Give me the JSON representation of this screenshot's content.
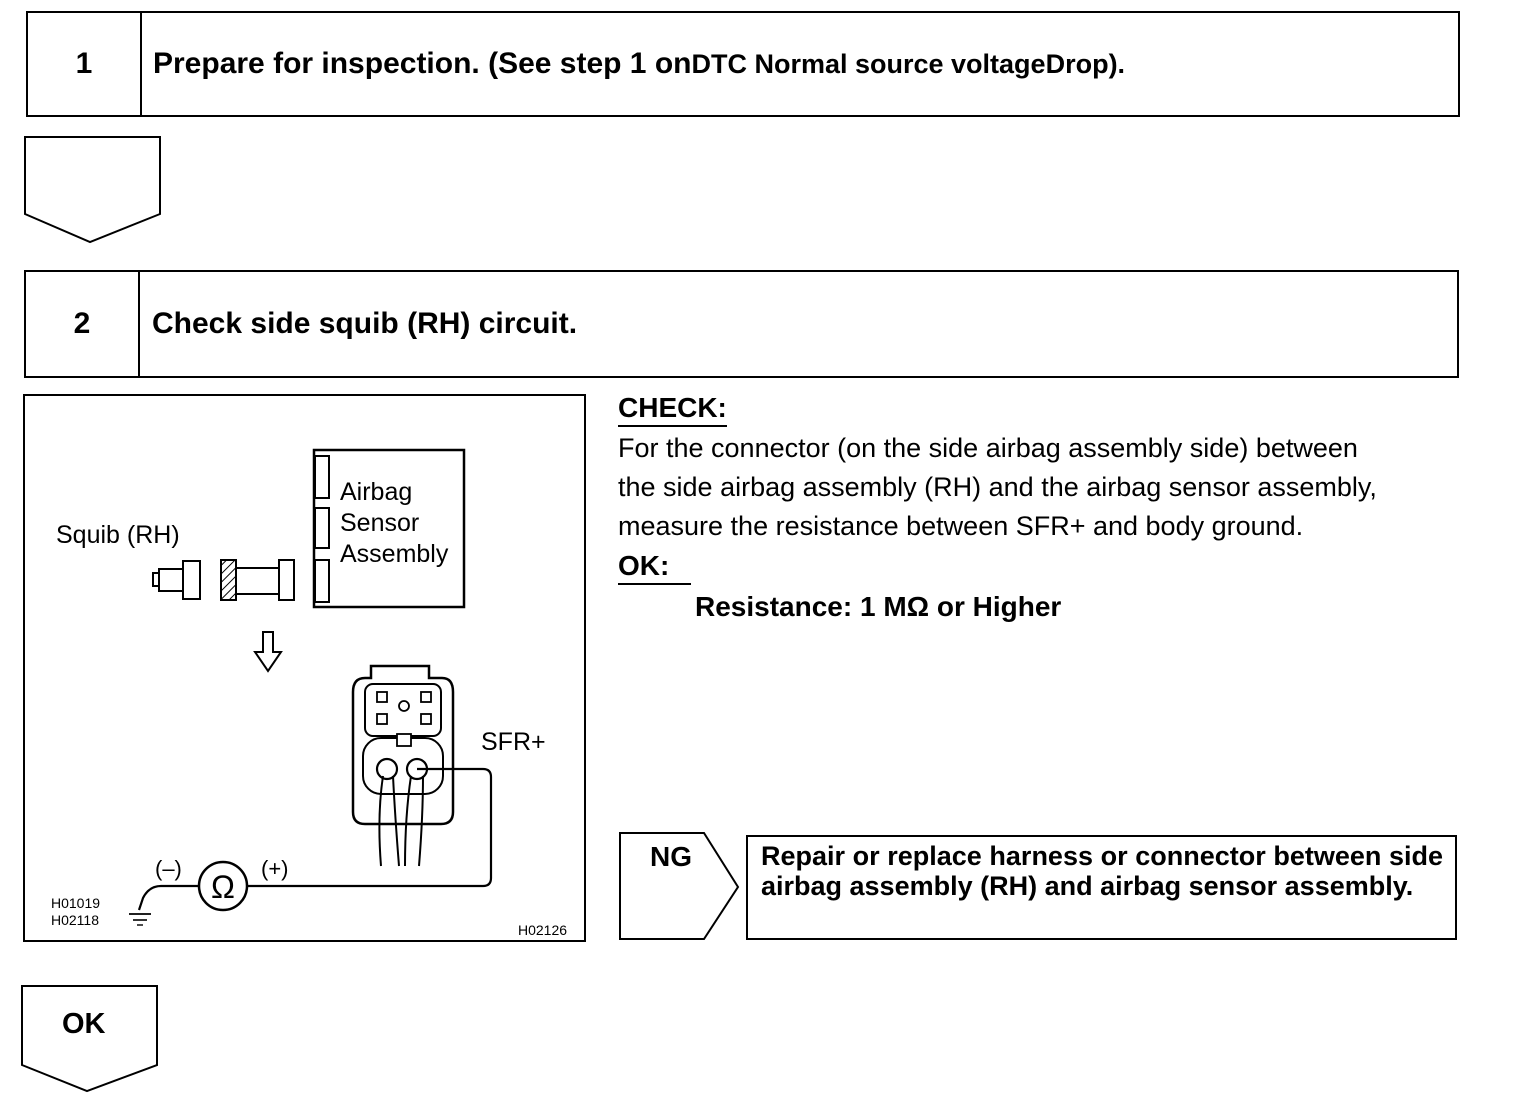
{
  "step1": {
    "number": "1",
    "title_main": "Prepare for inspection. (See step 1 on ",
    "title_ref": "DTC Normal source voltage",
    "title_end": " Drop)."
  },
  "step2": {
    "number": "2",
    "title": "Check side squib (RH) circuit."
  },
  "diagram": {
    "airbag_line1": "Airbag",
    "airbag_line2": "Sensor",
    "airbag_line3": "Assembly",
    "squib_label": "Squib (RH)",
    "sfr_label": "SFR+",
    "minus_label": "(–)",
    "plus_label": "(+)",
    "ohm_symbol": "Ω",
    "code_1": "H01019",
    "code_2": "H02118",
    "code_3": "H02126"
  },
  "check": {
    "heading": "CHECK:",
    "lines": [
      "For the connector (on the side airbag assembly side) between",
      "the side airbag assembly (RH) and the airbag sensor assembly,",
      "measure the resistance between SFR+ and body ground."
    ],
    "ok_heading": "OK:",
    "ok_spec": "Resistance: 1 MΩ or Higher"
  },
  "ng": {
    "label": "NG",
    "result": "Repair or replace harness or connector between side airbag assembly (RH) and airbag sensor assembly."
  },
  "ok_arrow": {
    "label": "OK"
  }
}
